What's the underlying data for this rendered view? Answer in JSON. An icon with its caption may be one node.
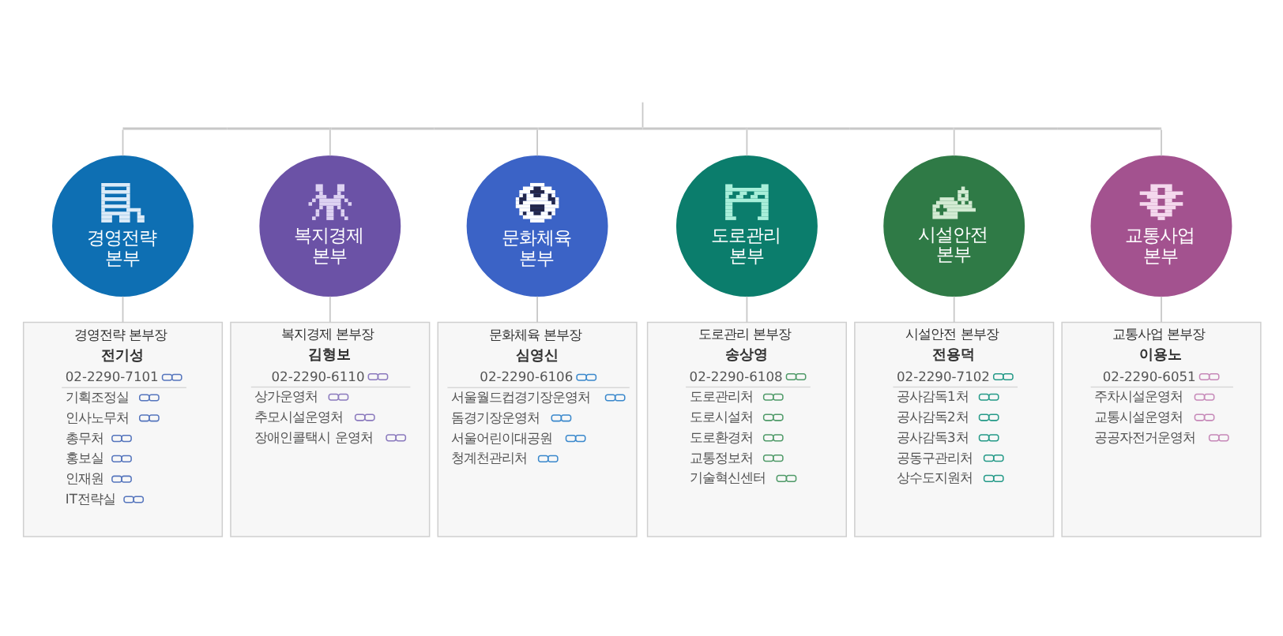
{
  "diagram": {
    "nodes": [
      {
        "text": [],
        "shape": "bar"
      },
      {
        "text": [
          "경영전략 본부"
        ]
      },
      {
        "text": [
          "복지경제 본부"
        ]
      },
      {
        "text": [
          "문화체육 본부"
        ]
      },
      {
        "text": [
          "도로관리 본부"
        ]
      },
      {
        "text": [
          "시설안전 본부"
        ]
      },
      {
        "text": [
          "교통사업 본부"
        ]
      },
      {
        "text": [
          "경영전략 본부장",
          "전기성",
          "02-2290-7101",
          "기획조정실",
          "인사노무처",
          "총무처",
          "홍보실",
          "인재원",
          "IT전략실"
        ]
      },
      {
        "text": [
          "복지경제 본부장",
          "김형보",
          "02-2290-6110",
          "상가운영처",
          "추모시설운영처",
          "장애인콜택시 운영처"
        ]
      },
      {
        "text": [
          "문화체육 본부장",
          "심영신",
          "02-2290-6106",
          "서울월드컵경기장운영처",
          "돔경기장운영처",
          "서울어린이대공원",
          "청계천관리처"
        ]
      },
      {
        "text": [
          "도로관리 본부장",
          "송상영",
          "02-2290-6108",
          "도로관리처",
          "도로시설처",
          "도로환경처",
          "교통정보처",
          "기술혁신센터"
        ]
      },
      {
        "text": [
          "시설안전 본부장",
          "전용덕",
          "02-2290-7102",
          "공사감독1처",
          "공사감독2처",
          "공사감독3처",
          "공동구관리처",
          "상수도지원처"
        ]
      },
      {
        "text": [
          "교통사업 본부장",
          "이용노",
          "02-2290-6051",
          "주차시설운영처",
          "교통시설운영처",
          "공공자전거운영처"
        ]
      }
    ],
    "edges": [
      {
        "from": null,
        "to": 0,
        "arrow": "none"
      },
      {
        "from": 0,
        "to": 1,
        "arrow": "none"
      },
      {
        "from": 0,
        "to": 2,
        "arrow": "none"
      },
      {
        "from": 0,
        "to": 3,
        "arrow": "none"
      },
      {
        "from": 0,
        "to": 4,
        "arrow": "none"
      },
      {
        "from": 0,
        "to": 5,
        "arrow": "none"
      },
      {
        "from": 0,
        "to": 6,
        "arrow": "none"
      },
      {
        "from": 1,
        "to": 7,
        "arrow": "none"
      },
      {
        "from": 2,
        "to": 8,
        "arrow": "none"
      },
      {
        "from": 3,
        "to": 9,
        "arrow": "none"
      },
      {
        "from": 4,
        "to": 10,
        "arrow": "none"
      },
      {
        "from": 5,
        "to": 11,
        "arrow": "none"
      },
      {
        "from": 6,
        "to": 12,
        "arrow": "none"
      }
    ]
  }
}
